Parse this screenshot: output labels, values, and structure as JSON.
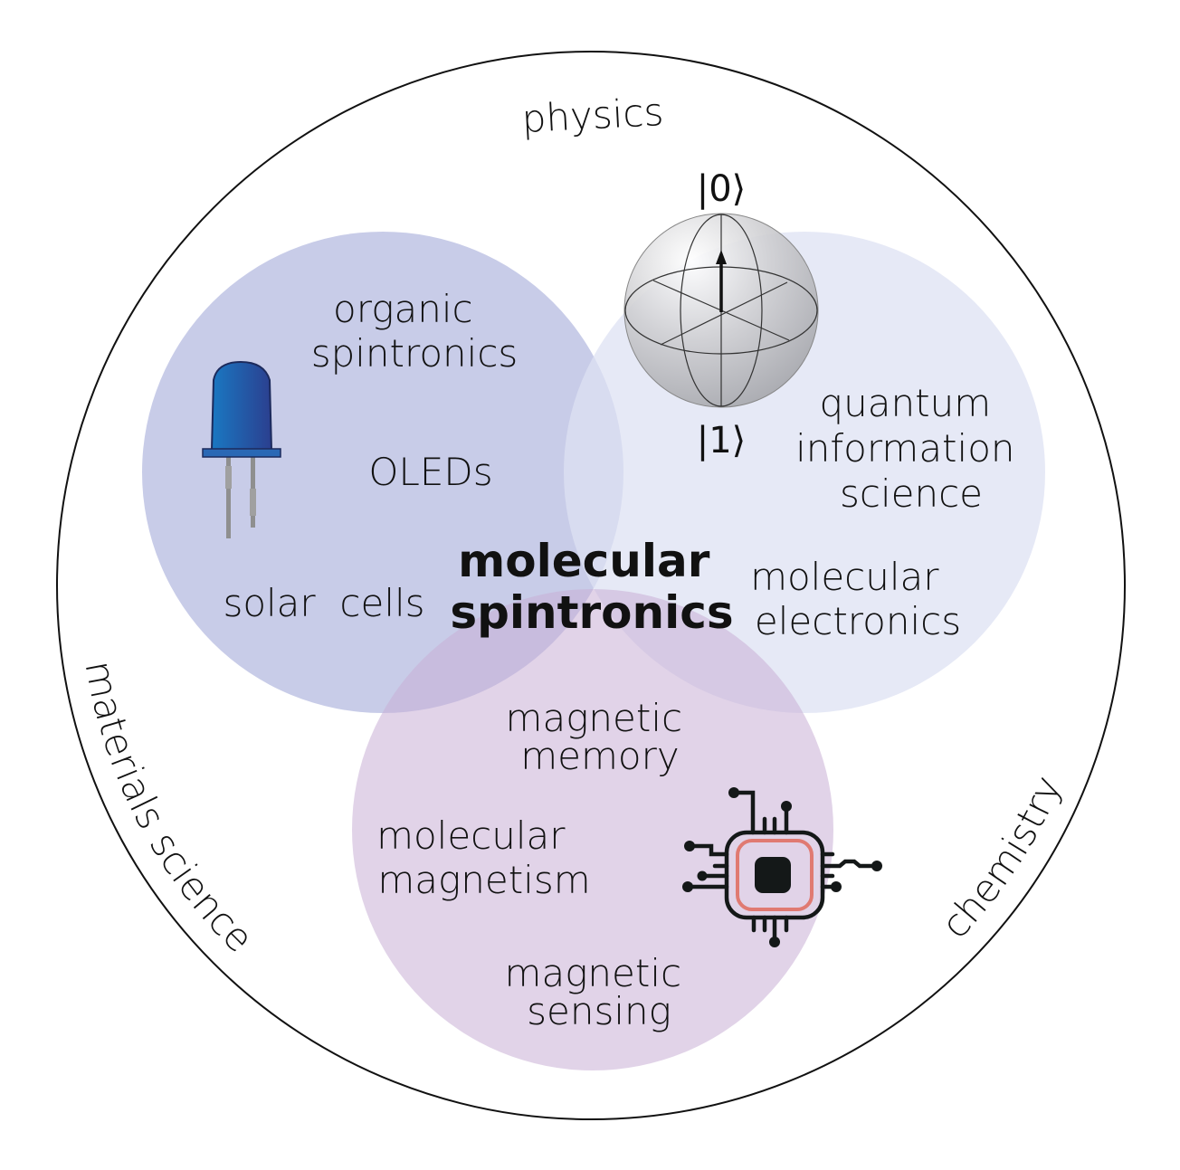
{
  "outer_labels": {
    "physics": "physics",
    "materials_science": "materials science",
    "chemistry": "chemistry"
  },
  "center_label": [
    "molecular",
    "spintronics"
  ],
  "left_circle": {
    "color": "#c8cce8",
    "items": {
      "organic_spintronics": [
        "organic",
        "spintronics"
      ],
      "oleds": "OLEDs",
      "solar_cells": "solar  cells"
    }
  },
  "right_circle": {
    "color": "#e5e8f5",
    "items": {
      "quantum_information_science": [
        "quantum",
        "information",
        "science"
      ],
      "molecular_electronics": [
        "molecular",
        "electronics"
      ]
    }
  },
  "bottom_circle": {
    "color": "#dfd0e6",
    "items": {
      "magnetic_memory": [
        "magnetic",
        "memory"
      ],
      "molecular_magnetism": [
        "molecular",
        "magnetism"
      ],
      "magnetic_sensing": [
        "magnetic",
        "sensing"
      ]
    }
  },
  "bloch_sphere": {
    "ket_zero": "|0⟩",
    "ket_one": "|1⟩"
  },
  "icons": [
    "led-icon",
    "bloch-sphere-icon",
    "microchip-icon"
  ]
}
